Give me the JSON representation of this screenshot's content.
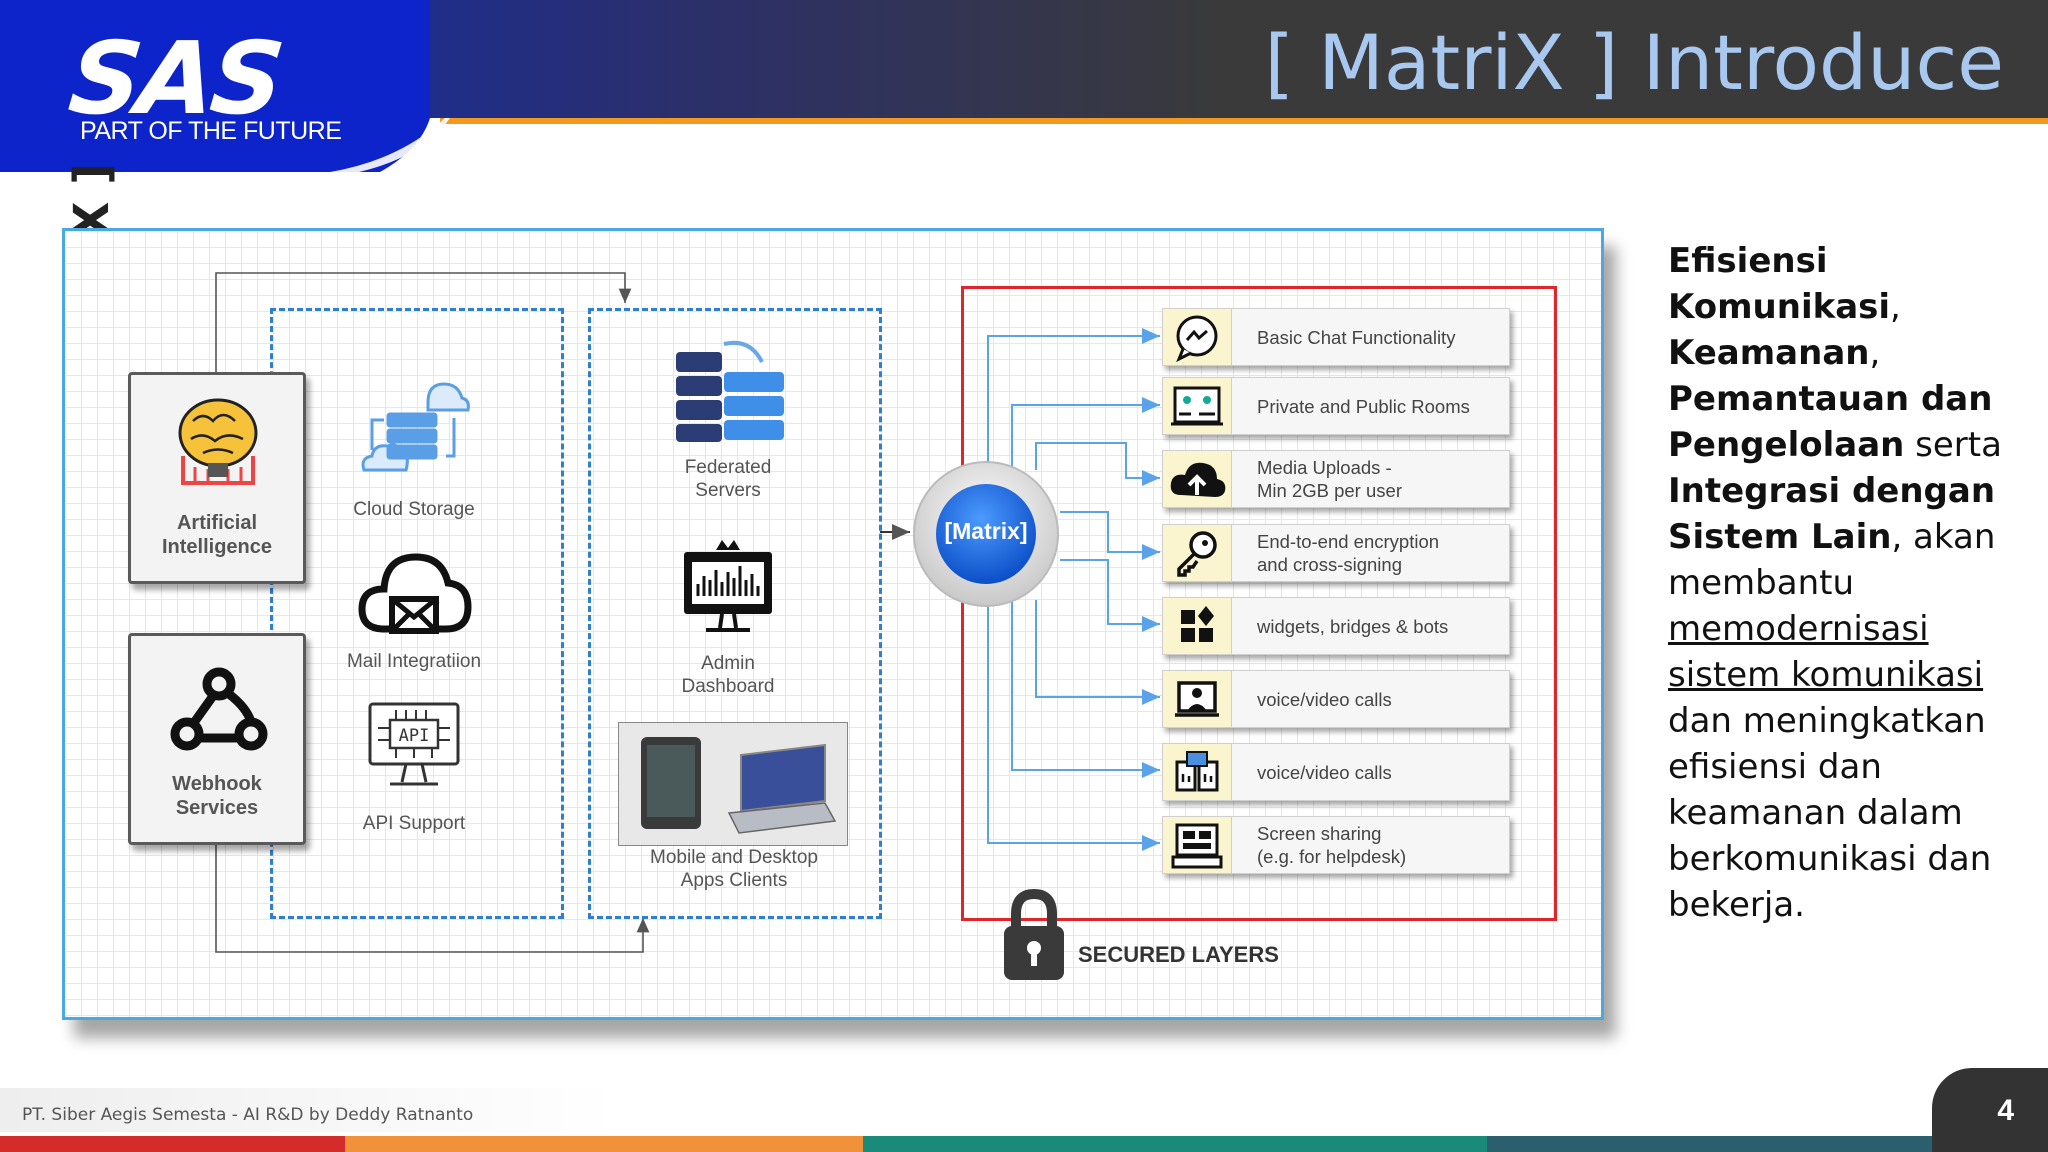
{
  "header": {
    "logo": "SAS",
    "tagline": "PART OF THE FUTURE",
    "title": "[ MatriX ] Introduce",
    "gradient_colors": [
      "#0a2bc0",
      "#2b2f6b",
      "#3a3a3a"
    ],
    "accent_line": "#f39a1e"
  },
  "vertical_label": "[ MATRIX ]",
  "diagram": {
    "sources": {
      "ai": "Artificial\nIntelligence",
      "webhook": "Webhook\nServices"
    },
    "group1": {
      "cloud_storage": "Cloud Storage",
      "mail": "Mail Integratiion",
      "api": "API Support"
    },
    "group2": {
      "federated": "Federated\nServers",
      "admin": "Admin\nDashboard",
      "clients": "Mobile and Desktop\nApps Clients"
    },
    "hub": "[Matrix]",
    "features": [
      {
        "label": "Basic Chat Functionality",
        "icon": "chat-bubble-icon"
      },
      {
        "label": "Private and Public Rooms",
        "icon": "rooms-icon"
      },
      {
        "label": "Media Uploads -\nMin 2GB per user",
        "icon": "cloud-upload-icon"
      },
      {
        "label": "End-to-end encryption\nand cross-signing",
        "icon": "key-icon"
      },
      {
        "label": "widgets, bridges & bots",
        "icon": "widgets-icon"
      },
      {
        "label": "voice/video calls",
        "icon": "video-call-icon"
      },
      {
        "label": "voice/video calls",
        "icon": "video-call-alt-icon"
      },
      {
        "label": "Screen sharing\n(e.g. for helpdesk)",
        "icon": "screen-share-icon"
      }
    ],
    "secured_label": "SECURED LAYERS",
    "colors": {
      "arrow": "#5ba3e8",
      "dash": "#2f7fd0",
      "secured": "#e0262a",
      "hub": "#1f6fe0"
    }
  },
  "description": {
    "p1": "Efisiensi",
    "p2": "Komunikasi",
    "p3": ",",
    "p4": "Keamanan",
    "p5": ",",
    "p6": "Pemantauan dan",
    "p7": "Pengelolaan",
    "p8": " serta",
    "p9": "Integrasi dengan",
    "p10": "Sistem Lain",
    "p11": ", akan",
    "p12": "membantu",
    "p13": "memodernisasi",
    "p14": "sistem komunikasi",
    "p15": "dan meningkatkan",
    "p16": "efisiensi dan",
    "p17": "keamanan dalam",
    "p18": "berkomunikasi dan",
    "p19": "bekerja."
  },
  "footer": {
    "credit": "PT. Siber Aegis Semesta - AI R&D by Deddy Ratnanto",
    "page": "4",
    "bar_colors": [
      "#d42b2b",
      "#f1923a",
      "#1a8a7a",
      "#2c5f6e"
    ]
  }
}
